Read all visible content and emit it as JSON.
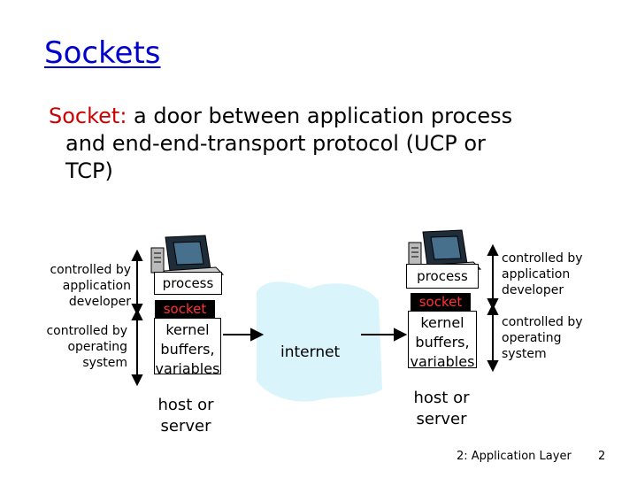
{
  "slide": {
    "title": "Sockets",
    "definition": {
      "term": "Socket:",
      "line1": " a door between application process",
      "line2": "and end-end-transport protocol (UCP or",
      "line3": "TCP)"
    }
  },
  "left_host": {
    "label_app": "controlled by application developer",
    "label_os": "controlled by operating system",
    "process": "process",
    "socket": "socket",
    "kernel": "kernel buffers, variables",
    "caption": "host or server"
  },
  "right_host": {
    "label_app": "controlled by application developer",
    "label_os": "controlled by operating system",
    "process": "process",
    "socket": "socket",
    "kernel": "kernel buffers, variables",
    "caption": "host or server"
  },
  "network": {
    "label": "internet"
  },
  "footer": {
    "chapter": "2: Application Layer",
    "page": "2"
  },
  "colors": {
    "title": "#0000cc",
    "term": "#cc0000",
    "socket_text": "#ff3333",
    "cloud": "#d9f4fb"
  }
}
